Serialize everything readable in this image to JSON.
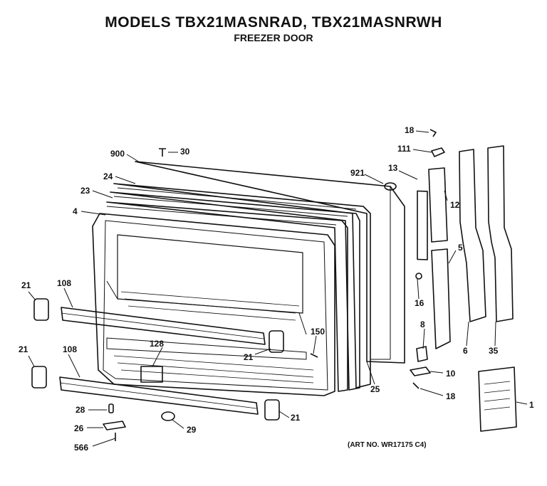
{
  "header": {
    "title": "MODELS TBX21MASNRAD, TBX21MASNRWH",
    "subtitle": "FREEZER DOOR"
  },
  "footer": {
    "art_number": "(ART NO. WR17175 C4)"
  },
  "callouts": {
    "p900": "900",
    "p30": "30",
    "p24": "24",
    "p23": "23",
    "p4": "4",
    "p921": "921",
    "p13": "13",
    "p18_top": "18",
    "p111": "111",
    "p12": "12",
    "p5": "5",
    "p16": "16",
    "p8": "8",
    "p6": "6",
    "p35": "35",
    "p10": "10",
    "p18_bottom": "18",
    "p1": "1",
    "p21_a": "21",
    "p108_a": "108",
    "p21_b": "21",
    "p108_b": "108",
    "p128": "128",
    "p150": "150",
    "p21_c": "21",
    "p25": "25",
    "p28": "28",
    "p26": "26",
    "p566": "566",
    "p29": "29",
    "p21_d": "21"
  }
}
